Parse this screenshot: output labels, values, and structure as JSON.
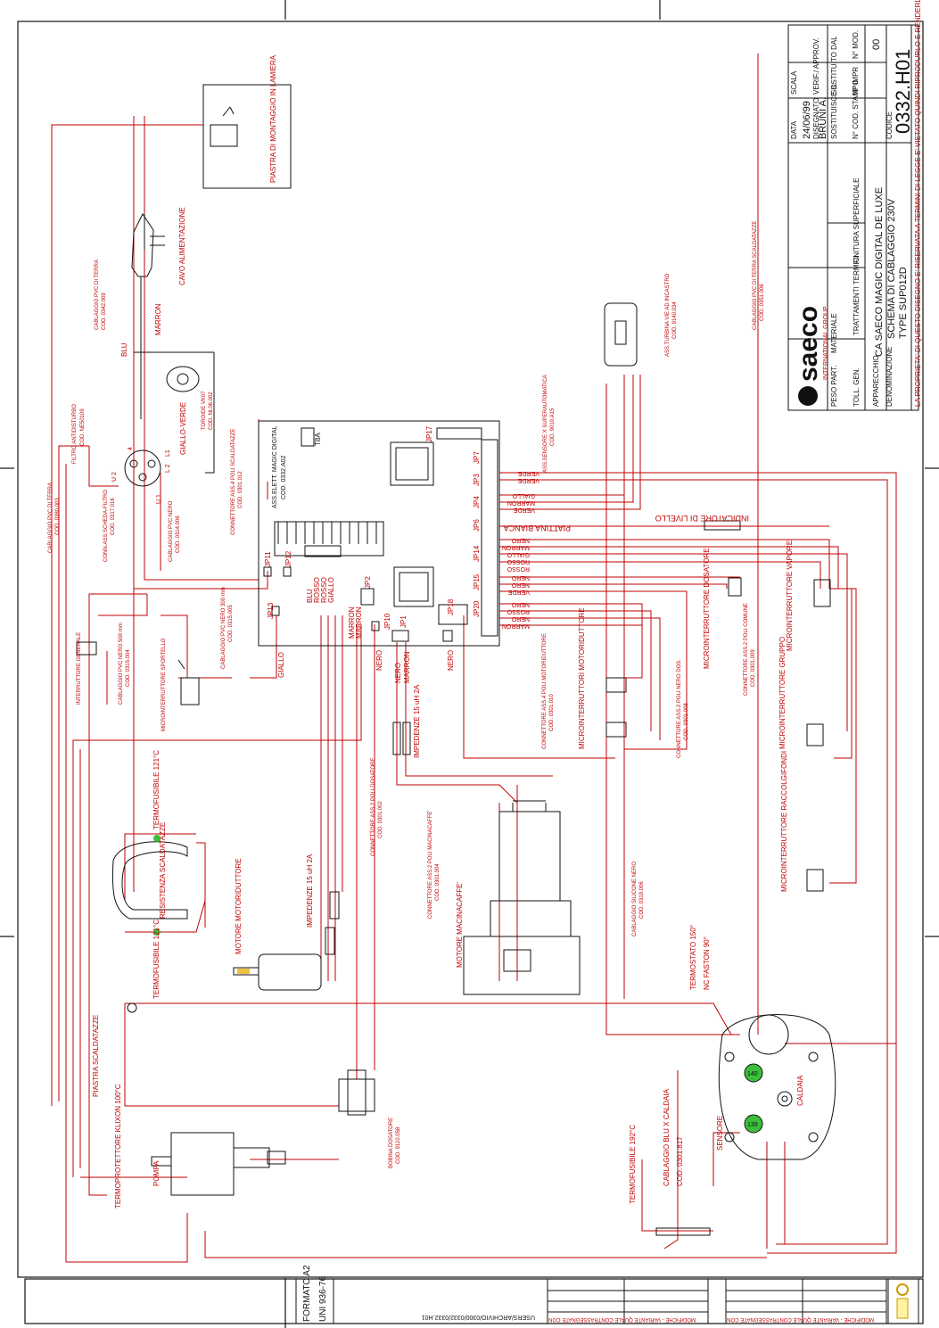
{
  "title_block": {
    "brand": "saeco",
    "brand_sub": "INTERNATIONAL GROUP",
    "description_label": "DENOMINAZIONE",
    "description": "CA SAECO MAGIC DIGITAL DE LUXE",
    "subdescription": "SCHEMA DI CABLAGGIO 230V",
    "type": "TYPE SUP012D",
    "code_label": "CODICE",
    "code": "0332.H01",
    "date_label": "DATA",
    "date": "24/06/99",
    "drawn_label": "DISEGNATO",
    "drawn_by": "BRUNI A.",
    "scale_label": "SCALA",
    "verif_label": "VERIF./ APPROV.",
    "replaces_label": "SOSTITUISCE IL",
    "replaced_label": "SOSTITUITO DAL",
    "stamp_label": "N° COD. STAMPO",
    "n_impr_label": "N° IMPR",
    "n_mod_label": "N° MOD.",
    "n_mod": "00",
    "material_label": "MATERIALE",
    "treatment_label": "TRATTAMENTI TERMICI",
    "finish_label": "FINITURA SUPERFICIALE",
    "weight_label": "PESO PART.",
    "tol_label": "TOLL. GEN.",
    "app_label": "APPARECCHIO",
    "copyright": "LA PROPRIETA' DI QUESTO DISEGNO E' RISERVATA A TERMINI DI LEGGE E' VIETATO QUINDI RIPRODURLO E RENDERLO NOTO A TERZI"
  },
  "footer": {
    "format": "FORMATO A2",
    "standard": "UNI 936-76",
    "path": "USERS/ARCHIVIO/0300/0332/0332.H01",
    "note_left": "MODIFICHE - VARIANTE QUALE CONTRASSEGNATE CON",
    "note_right": "MODIFICHE - VARIANTE QUALE CONTRASSEGNATE CON"
  },
  "board": {
    "title": "ASS.ELETT. MAGIC DIGITAL",
    "code": "COD. 0332.A02",
    "fuse": "T8A",
    "connectors": [
      "JP17",
      "JP7",
      "JP3",
      "JP4",
      "JP6",
      "JP14",
      "JP15",
      "JP20",
      "JP18",
      "JP11",
      "JP12",
      "JP13",
      "JP2",
      "JP10",
      "JP1"
    ]
  },
  "labels": {
    "piastra": "PIASTRA DI MONTAGGIO IN LAMIERA",
    "cavo": "CAVO ALIMENTAZIONE",
    "cablaggio_terra1": "CABLAGGIO PVC DI TERRA",
    "cablaggio_terra1_cod": "COD. 0342.009",
    "blu": "BLU",
    "marron": "MARRON",
    "filtro": "FILTRO ANTIDISTURBO",
    "filtro_cod": "COD. NE50109",
    "toroide": "TOROIDE VK07",
    "toroide_cod": "COD. NL06.002",
    "giallo_verde": "GIALLO-VERDE",
    "conn_scheda": "CONN.ASS.SCHEDA-FILTRO",
    "conn_scheda_cod": "COD. 0317.016",
    "cablaggio_nero": "CABLAGGIO PVC NERO",
    "cablaggio_nero_cod": "COD. 0314.006",
    "cablaggio_terra2": "CABLAGGIO PVC DI TERRA",
    "cablaggio_terra2_cod": "COD. 0380.003",
    "conn_scaldatazze": "CONNETTORE ASS.4 POLI SCALDATAZZE",
    "conn_scaldatazze_cod": "COD. 0301.012",
    "interruttore": "INTERRUTTORE GENERALE",
    "cablaggio_nero500": "CABLAGGIO PVC NERO 500 mm",
    "cablaggio_nero500_cod": "COD. 0315.004",
    "micro_sportello": "MICROINTERRUTTORE SPORTELLO",
    "cablaggio_nero300": "CABLAGGIO PVC NERO 300 mm",
    "cablaggio_nero300_cod": "COD. 0315.005",
    "giallo": "GIALLO",
    "blu_w": "BLU",
    "rosso": "ROSSO",
    "nero": "NERO",
    "marron_w": "MARRON",
    "turbina": "ASS.TURBINA VIE AD INCASTRO",
    "turbina_cod": "COD. 9140.034",
    "sensore": "ASS.SENSORE X SUPERAUTOMATICA",
    "sensore_cod": "COD. 9010.A15",
    "terra_scaldatazze": "CABLAGGIO PVC DI TERRA SCALDATAZZE",
    "terra_scaldatazze_cod": "COD. 0351.006",
    "indicatore": "INDICATORE DI LIVELLO",
    "piattina": "PIATTINA BIANCA",
    "verde": "VERDE",
    "gialla": "GIALLO",
    "micro_vapore": "MICROINTERRUTTORE VAPORE",
    "conn_comune": "CONNETTORE ASS.2 POLI COMUNE",
    "conn_comune_cod": "COD. 0301.009",
    "micro_dosatore": "MICROINTERRUTTORE DOSATORE",
    "conn_nero": "CONNETTORE ASS.2 POLI NERO DOS.",
    "conn_nero_cod": "COD. 0301.008",
    "micro_motoriduttore": "MICROINTERRUTTORI MOTORIDUTTORE",
    "conn_motoriduttore": "CONNETTORE ASS.4 POLI MOTORIDUTTORE",
    "conn_motoriduttore_cod": "COD. 0301.010",
    "micro_gruppo": "MICROINTERRUTTORE GRUPPO",
    "micro_raccolgifondi": "MICROINTERRUTTORE RACCOLGIFONDI",
    "termofusibile1": "TERMOFUSIBILE 121°C",
    "resistenza": "RESISTENZA SCALDATAZZE",
    "termofusibile2": "TERMOFUSIBILE 121°C",
    "motore_rid": "MOTORE MOTORIDUTTORE",
    "impedenze1": "IMPEDENZE 15 uH 2A",
    "impedenze2": "IMPEDENZE 15 uH 2A",
    "conn_dosatore": "CONNETTORE ASS.2 POLI DOSATORE",
    "conn_dosatore_cod": "COD. 0301.002",
    "conn_macinacaffe": "CONNETTORE ASS.2 POLI MACINACAFFE'",
    "conn_macinacaffe_cod": "COD. 0301.004",
    "motore_mac": "MOTORE MACINACAFFE'",
    "cablaggio_silicone": "CABLAGGIO SILICONE NERO",
    "cablaggio_silicone_cod": "COD. 0319.006",
    "termostato": "TERMOSTATO 150°",
    "nc_faston": "NC FASTON 90°",
    "piastra_scald": "PIASTRA SCALDATAZZE",
    "termoprotettore": "TERMOPROTETTORE KLIXON 100°C",
    "pompa": "POMPA",
    "bobina": "BOBINA DOSATORE",
    "bobina_cod": "COD. 9110.058",
    "caldaia": "CALDAIA",
    "sensore_cald": "SENSORE",
    "cablaggio_blu": "CABLAGGIO BLU X CALDAIA",
    "cablaggio_blu_cod": "COD. 0301.817",
    "termofusibile3": "TERMOFUSIBILE 192°C",
    "l1": "L1",
    "l2": "L 2",
    "u2": "U 2",
    "u1": "U 1",
    "n4": "4",
    "t139": "139",
    "t140": "140"
  },
  "colors": {
    "wire": "#c00000",
    "line": "#111111"
  }
}
